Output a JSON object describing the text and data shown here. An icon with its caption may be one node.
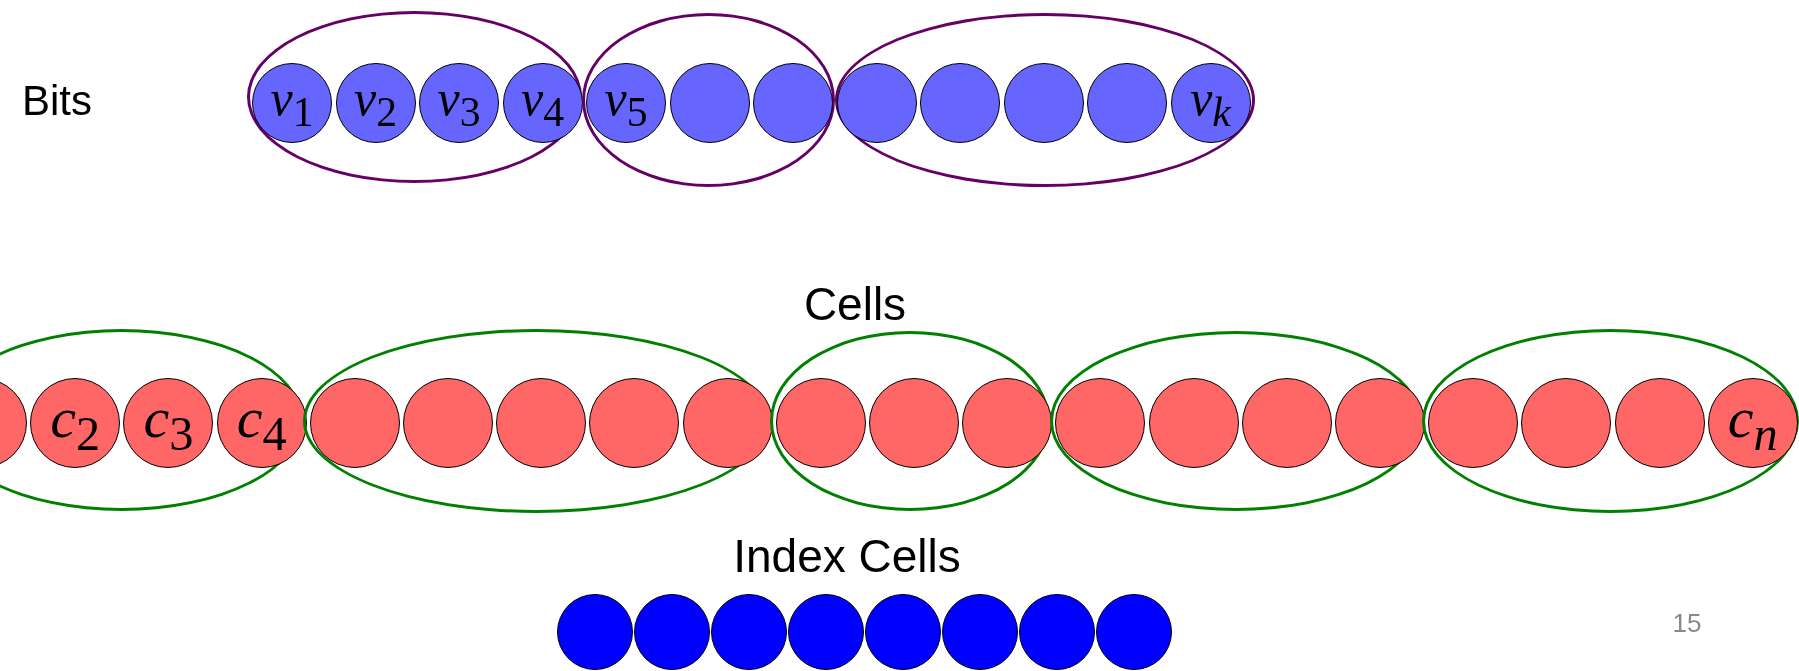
{
  "diagram": {
    "nodes": [
      {
        "text": [],
        "shape": "ellipse"
      },
      {
        "text": [
          "*v*$_{1}$"
        ],
        "in": 0
      },
      {
        "text": [
          "*v*$_{2}$"
        ],
        "in": 0
      },
      {
        "text": [
          "*v*$_{3}$"
        ],
        "in": 0
      },
      {
        "text": [
          "*v*$_{4}$"
        ],
        "in": 0
      },
      {
        "text": [],
        "shape": "ellipse"
      },
      {
        "text": [
          "*v*$_{5}$"
        ],
        "in": 5
      },
      {
        "text": [],
        "shape": "circle",
        "in": 5
      },
      {
        "text": [],
        "shape": "circle",
        "in": 5
      },
      {
        "text": [],
        "shape": "ellipse"
      },
      {
        "text": [],
        "shape": "circle",
        "in": 9
      },
      {
        "text": [],
        "shape": "circle",
        "in": 9
      },
      {
        "text": [],
        "shape": "circle",
        "in": 9
      },
      {
        "text": [],
        "shape": "circle",
        "in": 9
      },
      {
        "text": [
          "*v*$_{k}$"
        ],
        "in": 9
      },
      {
        "text": [],
        "shape": "ellipse"
      },
      {
        "text": [],
        "shape": "circle",
        "in": 15
      },
      {
        "text": [
          "*c*$_{2}$"
        ],
        "in": 15
      },
      {
        "text": [
          "*c*$_{3}$"
        ],
        "in": 15
      },
      {
        "text": [
          "*c*$_{4}$"
        ],
        "in": 15
      },
      {
        "text": [],
        "shape": "ellipse"
      },
      {
        "text": [],
        "shape": "circle",
        "in": 20
      },
      {
        "text": [],
        "shape": "circle",
        "in": 20
      },
      {
        "text": [],
        "shape": "circle",
        "in": 20
      },
      {
        "text": [],
        "shape": "circle",
        "in": 20
      },
      {
        "text": [],
        "shape": "circle",
        "in": 20
      },
      {
        "text": [],
        "shape": "ellipse"
      },
      {
        "text": [],
        "shape": "circle",
        "in": 26
      },
      {
        "text": [],
        "shape": "circle",
        "in": 26
      },
      {
        "text": [],
        "shape": "circle",
        "in": 26
      },
      {
        "text": [],
        "shape": "ellipse"
      },
      {
        "text": [],
        "shape": "circle",
        "in": 30
      },
      {
        "text": [],
        "shape": "circle",
        "in": 30
      },
      {
        "text": [],
        "shape": "circle",
        "in": 30
      },
      {
        "text": [],
        "shape": "circle",
        "in": 30
      },
      {
        "text": [],
        "shape": "ellipse"
      },
      {
        "text": [],
        "shape": "circle",
        "in": 35
      },
      {
        "text": [],
        "shape": "circle",
        "in": 35
      },
      {
        "text": [],
        "shape": "circle",
        "in": 35
      },
      {
        "text": [
          "*c*$_{n}$"
        ],
        "in": 35
      },
      {
        "text": [],
        "shape": "circle"
      },
      {
        "text": [],
        "shape": "circle"
      },
      {
        "text": [],
        "shape": "circle"
      },
      {
        "text": [],
        "shape": "circle"
      },
      {
        "text": [],
        "shape": "circle"
      },
      {
        "text": [],
        "shape": "circle"
      },
      {
        "text": [],
        "shape": "circle"
      },
      {
        "text": [],
        "shape": "circle"
      }
    ],
    "labels": [
      "Bits",
      "Cells",
      "Index Cells",
      "15"
    ]
  }
}
